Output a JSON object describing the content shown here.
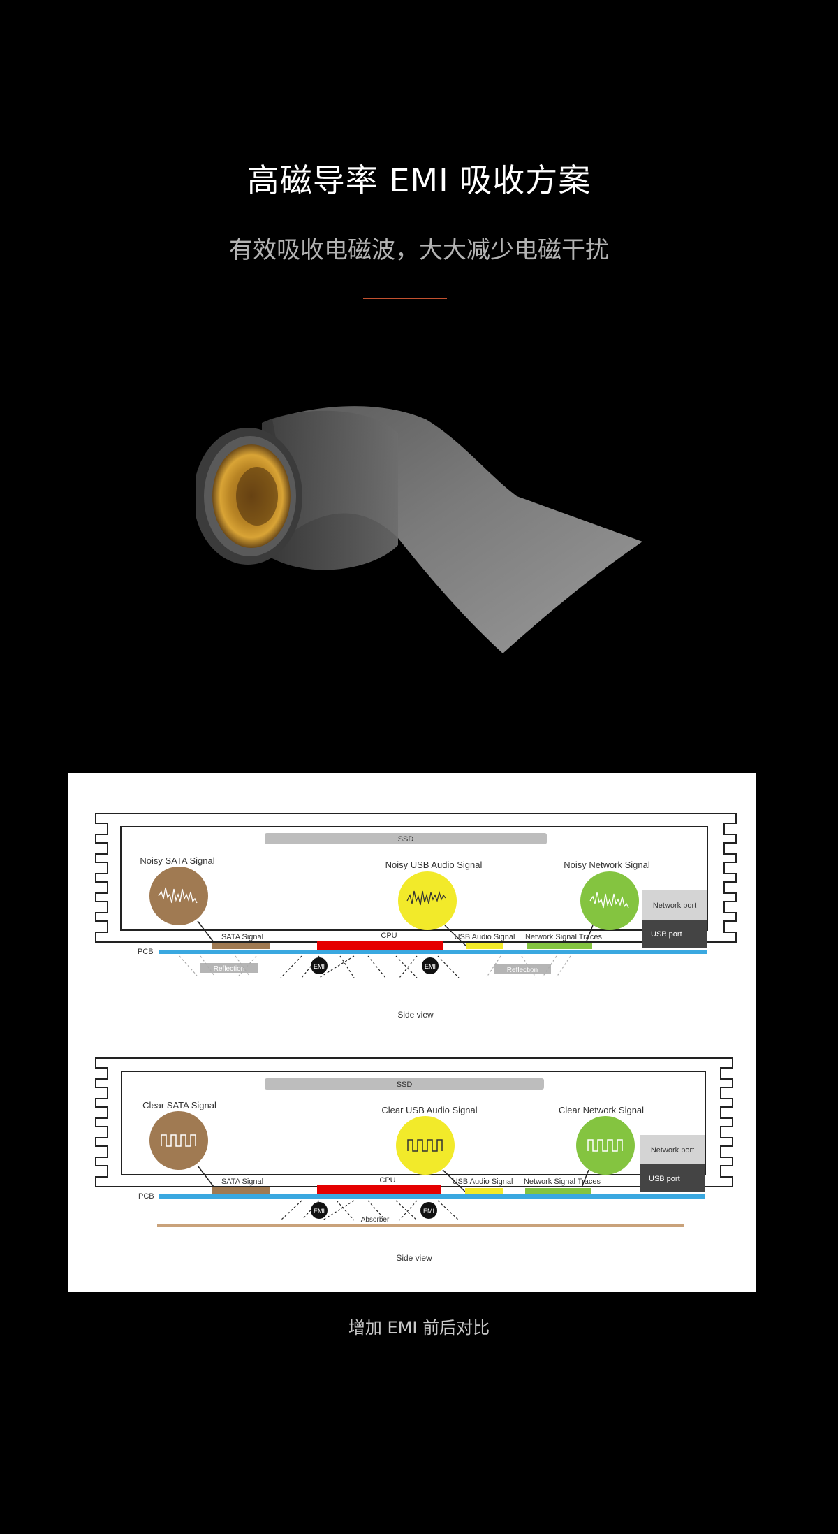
{
  "header": {
    "title": "高磁导率 EMI 吸收方案",
    "subtitle": "有效吸收电磁波，大大减少电磁干扰",
    "accent_color": "#c2512f"
  },
  "product_image": {
    "icon": "emi-absorber-roll"
  },
  "diagram_top": {
    "ssd": "SSD",
    "noisy_sata": "Noisy SATA Signal",
    "noisy_usb": "Noisy USB Audio Signal",
    "noisy_network": "Noisy Network Signal",
    "network_port": "Network port",
    "usb_port": "USB port",
    "sata_signal": "SATA Signal",
    "cpu": "CPU",
    "usb_audio_signal": "USB Audio Signal",
    "network_traces": "Network Signal Traces",
    "pcb": "PCB",
    "reflection": "Reflection",
    "emi": "EMI",
    "side_view": "Side view"
  },
  "diagram_bottom": {
    "ssd": "SSD",
    "clear_sata": "Clear SATA Signal",
    "clear_usb": "Clear USB Audio Signal",
    "clear_network": "Clear Network Signal",
    "network_port": "Network port",
    "usb_port": "USB port",
    "sata_signal": "SATA Signal",
    "cpu": "CPU",
    "usb_audio_signal": "USB Audio Signal",
    "network_traces": "Network Signal Traces",
    "pcb": "PCB",
    "emi": "EMI",
    "absorber": "Absorber",
    "side_view": "Side view"
  },
  "colors": {
    "sata": "#a07a52",
    "usb": "#f2ea2a",
    "network": "#84c440",
    "cpu": "#e50000",
    "pcb": "#3aa8e0",
    "ssd": "#bdbdbd"
  },
  "caption": "增加 EMI 前后对比"
}
